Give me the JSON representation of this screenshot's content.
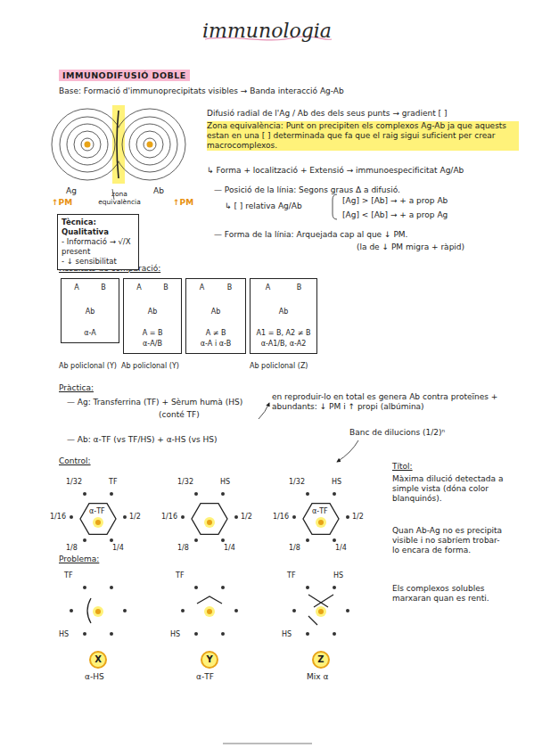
{
  "diagram": {
    "title": "immunologia",
    "nodes": [
      {
        "text": [
          "Tècnica: Qualitativa",
          "- Informació → √/X present",
          "- ↓ sensibilitat"
        ]
      },
      {
        "text": [
          "A",
          "B",
          "Ab",
          "α-A"
        ]
      },
      {
        "text": [
          "A",
          "B",
          "Ab",
          "A = B",
          "α-A/B"
        ]
      },
      {
        "text": [
          "A",
          "B",
          "Ab",
          "A ≠ B",
          "α-A i α-B"
        ]
      },
      {
        "text": [
          "A",
          "B",
          "Ab",
          "A1 = B, A2 ≠ B",
          "α-A1/B, α-A2"
        ]
      },
      {
        "text": [
          "X"
        ]
      },
      {
        "text": [
          "Y"
        ]
      },
      {
        "text": [
          "Z"
        ]
      }
    ],
    "labels": [
      "IMMUNODIFUSIÓ DOBLE",
      "Base: Formació d'immunoprecipitats visibles → Banda interacció Ag-Ab",
      "Ag",
      "Ab",
      "↑PM",
      "↑PM",
      "zona equivalència",
      "Difusió radial de l'Ag / Ab des dels seus punts → gradient [ ]",
      "Zona equivalència: Punt on precipiten els complexos Ag-Ab ja que aquests estan en una [ ] determinada que fa que el raig sigui suficient per crear macrocomplexos.",
      "↳ Forma + localització + Extensió → immunoespecificitat Ag/Ab",
      "— Posició de la línia: Segons graus Δ a difusió.",
      "↳ [ ] relativa Ag/Ab",
      "[Ag] > [Ab] → + a prop Ab",
      "[Ag] < [Ab] → + a prop Ag",
      "— Forma de la línia: Arquejada cap al que ↓ PM.",
      "(la de ↓ PM migra + ràpid)",
      "Resultats de comparació:",
      "Ab policlonal (Y)",
      "Ab policlonal (Y)",
      "Ab policlonal (Z)",
      "Pràctica:",
      "— Ag: Transferrina (TF) + Sèrum humà (HS)",
      "(conté TF)",
      "en reproduir-lo en total es genera Ab contra proteïnes + abundants: ↓ PM i ↑ propi (albúmina)",
      "— Ab: α-TF (vs TF/HS) + α-HS (vs HS)",
      "Banc de dilucions (1/2)ⁿ",
      "Control:",
      "1/32",
      "TF",
      "1/16",
      "α-TF",
      "1/2",
      "1/8",
      "1/4",
      "1/32",
      "HS",
      "1/16",
      "1/2",
      "1/8",
      "1/4",
      "1/32",
      "HS",
      "1/16",
      "α-TF",
      "1/2",
      "1/8",
      "1/4",
      "Títol:",
      "Màxima dilució detectada a simple vista (dóna color blanquinós).",
      "Quan Ab-Ag no es precipita visible i no sabríem trobar-lo encara de forma.",
      "Els complexos solubles marxaran quan es renti.",
      "Problema:",
      "TF",
      "HS",
      "TF",
      "HS",
      "TF",
      "HS",
      "HS",
      "α-HS",
      "α-TF",
      "Mix α"
    ]
  }
}
